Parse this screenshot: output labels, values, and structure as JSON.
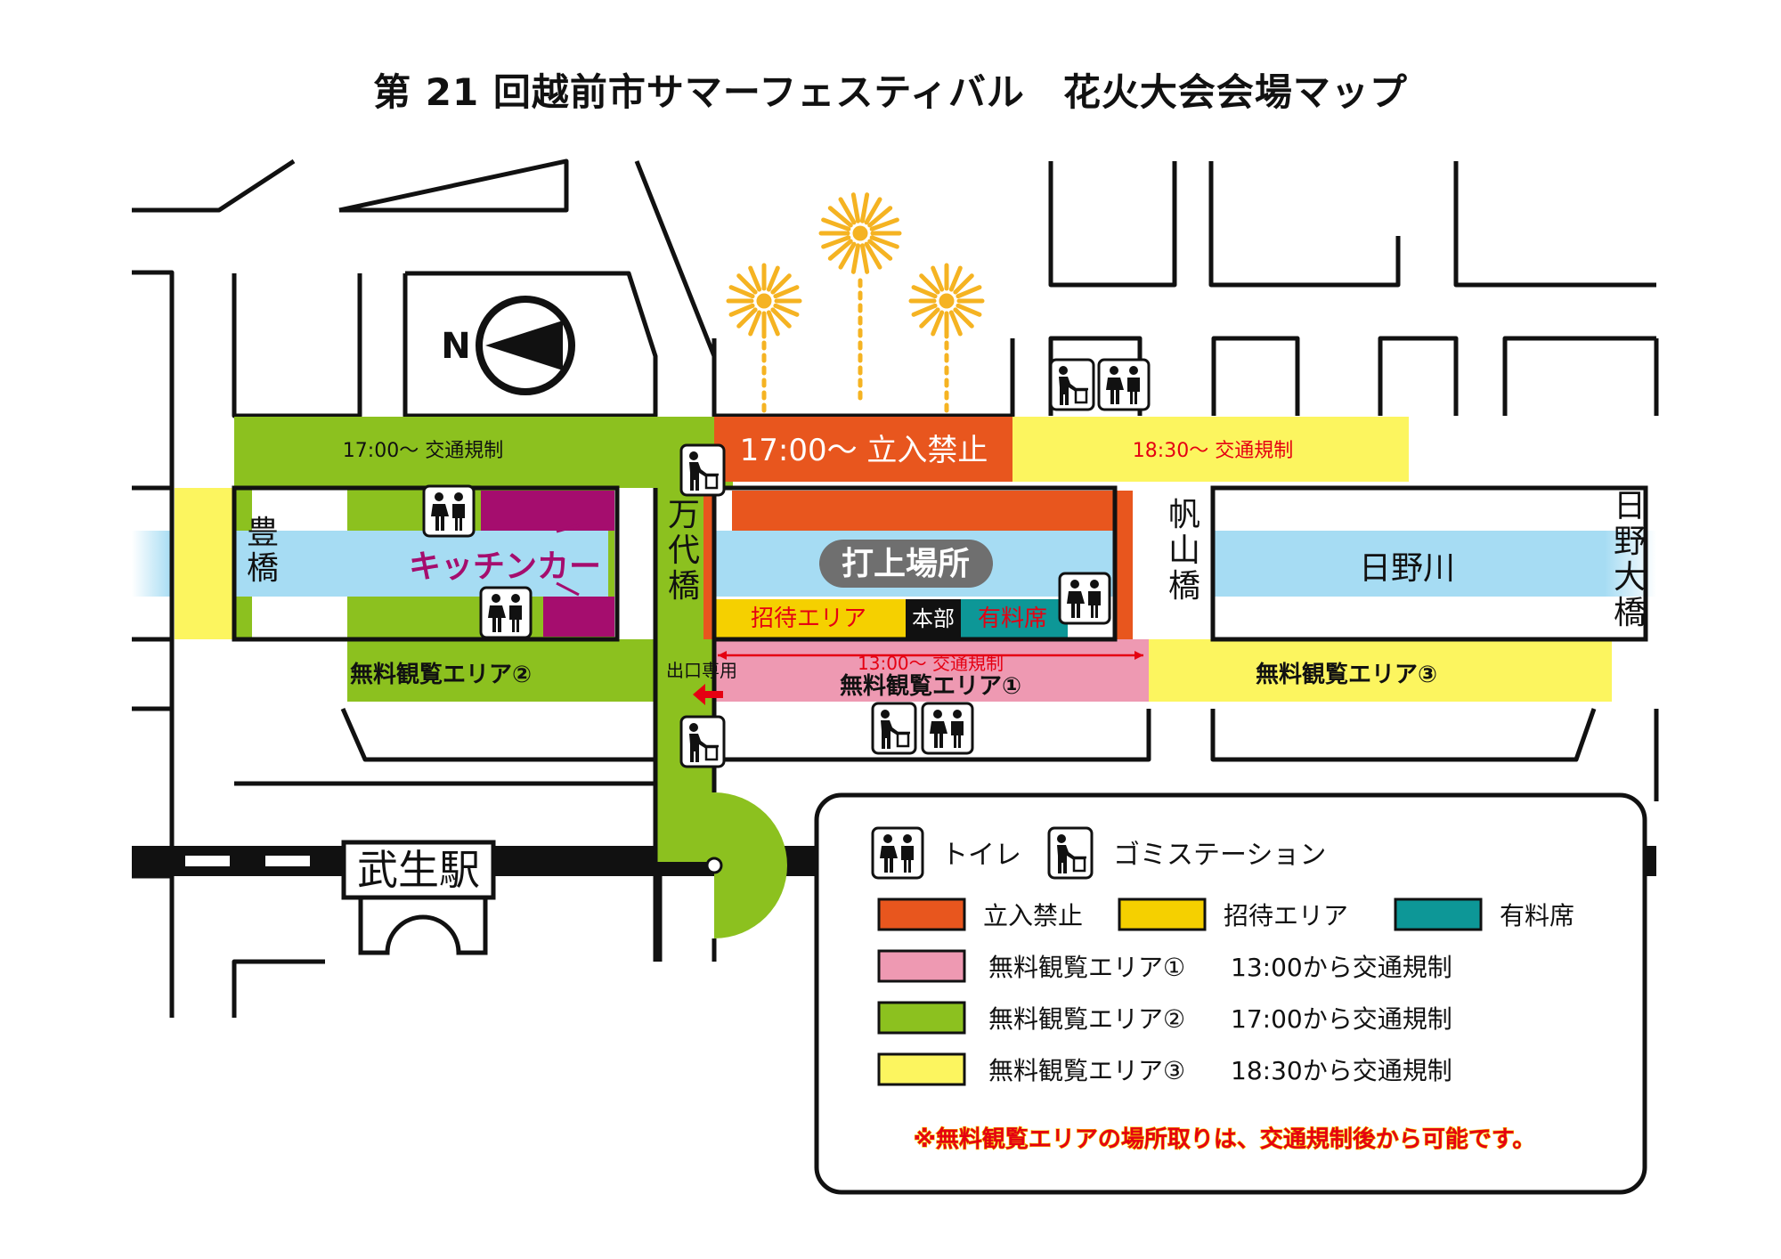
{
  "title": "第 21 回越前市サマーフェスティバル　花火大会会場マップ",
  "compass": {
    "label": "N"
  },
  "colors": {
    "no_entry": "#e8561e",
    "invited": "#f5d000",
    "paid": "#0d9797",
    "free_area_1": "#ee99b2",
    "free_area_2": "#8cc11f",
    "free_area_3": "#fcf55f",
    "river": "#a6dcf3",
    "kitchen": "#a50d6e",
    "hq": "#111111",
    "firework": "#f5b322",
    "alert_red": "#e50012"
  },
  "map": {
    "bridges": {
      "toyohashi": "豊橋",
      "mandaibashi": "万代橋",
      "hanyamabashi": "帆山橋",
      "hino_ohashi": "日野大橋"
    },
    "river": "日野川",
    "station": "武生駅",
    "kitchen_car": "キッチンカー",
    "launch_site": "打上場所",
    "invited_area": "招待エリア",
    "headquarters": "本部",
    "paid_seats": "有料席",
    "exit_only": "出口専用",
    "regulations": {
      "green_top": "17:00～ 交通規制",
      "yellow_top": "18:30～ 交通規制",
      "no_entry_top": "17:00～ 立入禁止",
      "pink_arrow": "13:00～ 交通規制"
    },
    "free_areas": {
      "area1": "無料観覧エリア①",
      "area2": "無料観覧エリア②",
      "area3": "無料観覧エリア③"
    }
  },
  "legend": {
    "toilet": "トイレ",
    "garbage": "ゴミステーション",
    "items": [
      {
        "label": "立入禁止",
        "color": "#e8561e"
      },
      {
        "label": "招待エリア",
        "color": "#f5d000"
      },
      {
        "label": "有料席",
        "color": "#0d9797"
      }
    ],
    "areas": [
      {
        "label": "無料観覧エリア①",
        "time": "13:00から交通規制",
        "color": "#ee99b2"
      },
      {
        "label": "無料観覧エリア②",
        "time": "17:00から交通規制",
        "color": "#8cc11f"
      },
      {
        "label": "無料観覧エリア③",
        "time": "18:30から交通規制",
        "color": "#fcf55f"
      }
    ],
    "note": "※無料観覧エリアの場所取りは、交通規制後から可能です。"
  }
}
